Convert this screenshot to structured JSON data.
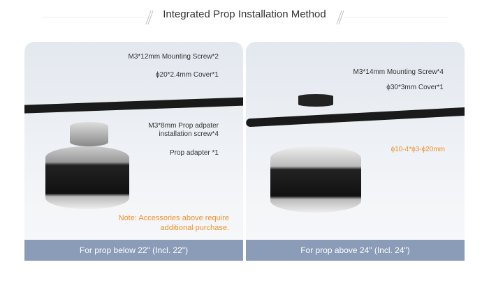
{
  "title": "Integrated Prop Installation Method",
  "left": {
    "labels": [
      "M3*12mm Mounting Screw*2",
      "ϕ20*2.4mm Cover*1",
      "M3*8mm Prop adpater",
      "installation screw*4",
      "Prop adapter *1"
    ],
    "note": [
      "Note: Accessories above require",
      "additional purchase."
    ],
    "footer": "For prop below 22\" (Incl. 22\")"
  },
  "right": {
    "labels": [
      "M3*14mm Mounting Screw*4",
      "ϕ30*3mm Cover*1",
      "ϕ10-4*ϕ3-ϕ20mm"
    ],
    "footer": "For prop above 24\" (Incl. 24\")"
  }
}
